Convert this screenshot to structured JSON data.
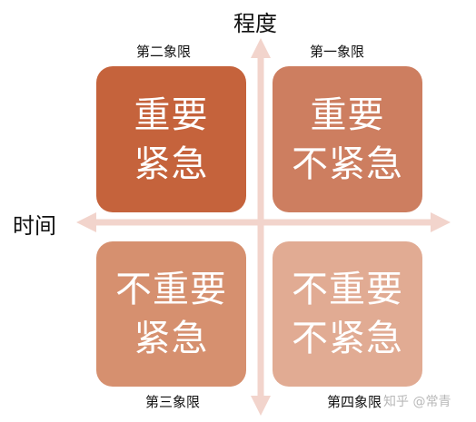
{
  "axes": {
    "y_title": "程度",
    "x_title": "时间",
    "color": "#f2d4cc"
  },
  "quadrants": {
    "q2": {
      "label": "第二象限",
      "line1": "重要",
      "line2": "紧急",
      "color": "#c5633c"
    },
    "q1": {
      "label": "第一象限",
      "line1": "重要",
      "line2": "不紧急",
      "color": "#cd7e60"
    },
    "q3": {
      "label": "第三象限",
      "line1": "不重要",
      "line2": "紧急",
      "color": "#d6906f"
    },
    "q4": {
      "label": "第四象限",
      "line1": "不重要",
      "line2": "不紧急",
      "color": "#e1ab93"
    }
  },
  "watermark": "知乎 @常青"
}
